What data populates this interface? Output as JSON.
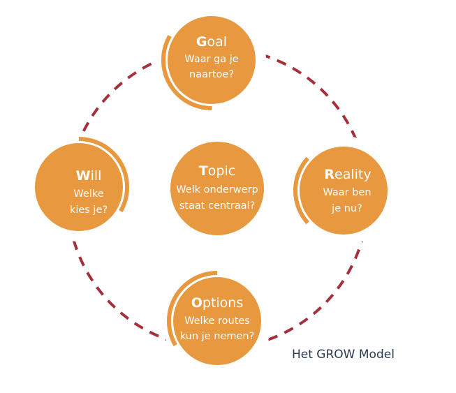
{
  "colors": {
    "node_fill": "#e8983f",
    "arc": "#e8983f",
    "connector": "#a3303a",
    "text_on_node": "#ffffff",
    "caption": "#2a3a55"
  },
  "nodes": {
    "goal": {
      "initial": "G",
      "rest": "oal",
      "line1": "Waar ga je",
      "line2": "naartoe?"
    },
    "reality": {
      "initial": "R",
      "rest": "eality",
      "line1": "Waar ben",
      "line2": "je nu?"
    },
    "options": {
      "initial": "O",
      "rest": "ptions",
      "line1": "Welke routes",
      "line2": "kun je nemen?"
    },
    "will": {
      "initial": "W",
      "rest": "ill",
      "line1": "Welke",
      "line2": "kies je?"
    },
    "topic": {
      "initial": "T",
      "rest": "opic",
      "line1": "Welk onderwerp",
      "line2": "staat centraal?"
    }
  },
  "caption": "Het GROW Model"
}
